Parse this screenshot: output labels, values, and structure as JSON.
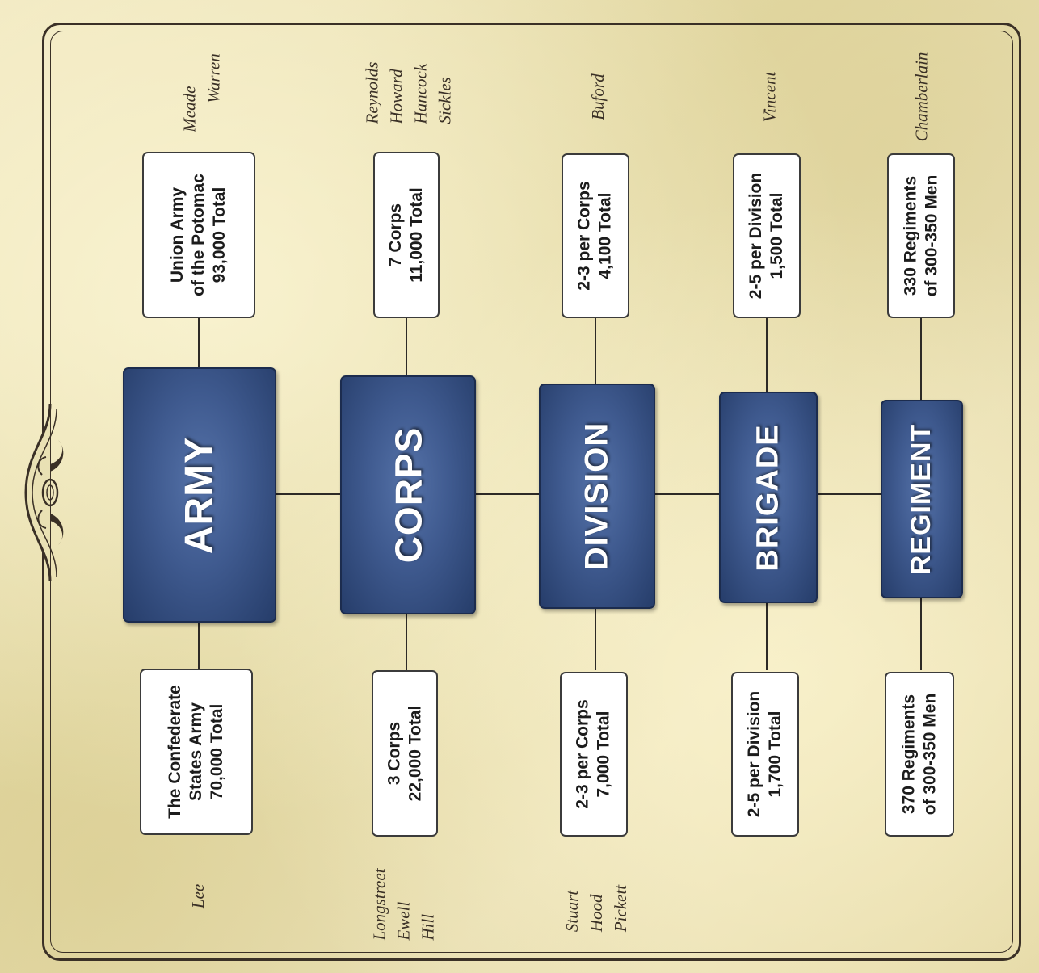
{
  "levels": [
    {
      "label": "ARMY",
      "union": {
        "lines": [
          "Union Army",
          "of the Potomac",
          "93,000 Total"
        ],
        "commanders": [
          "Meade",
          "Warren"
        ]
      },
      "confederate": {
        "lines": [
          "The Confederate",
          "States Army",
          "70,000 Total"
        ],
        "commanders": [
          "Lee"
        ]
      }
    },
    {
      "label": "CORPS",
      "union": {
        "lines": [
          "7 Corps",
          "11,000 Total"
        ],
        "commanders": [
          "Reynolds",
          "Howard",
          "Hancock",
          "Sickles"
        ]
      },
      "confederate": {
        "lines": [
          "3 Corps",
          "22,000 Total"
        ],
        "commanders": [
          "Longstreet",
          "Ewell",
          "Hill"
        ]
      }
    },
    {
      "label": "DIVISION",
      "union": {
        "lines": [
          "2-3 per Corps",
          "4,100 Total"
        ],
        "commanders": [
          "Buford"
        ]
      },
      "confederate": {
        "lines": [
          "2-3 per Corps",
          "7,000 Total"
        ],
        "commanders": [
          "Stuart",
          "Hood",
          "Pickett"
        ]
      }
    },
    {
      "label": "BRIGADE",
      "union": {
        "lines": [
          "2-5 per Division",
          "1,500 Total"
        ],
        "commanders": [
          "Vincent"
        ]
      },
      "confederate": {
        "lines": [
          "2-5 per Division",
          "1,700 Total"
        ],
        "commanders": []
      }
    },
    {
      "label": "REGIMENT",
      "union": {
        "lines": [
          "330 Regiments",
          "of 300-350 Men"
        ],
        "commanders": [
          "Chamberlain"
        ]
      },
      "confederate": {
        "lines": [
          "370 Regiments",
          "of 300-350 Men"
        ],
        "commanders": []
      }
    }
  ],
  "colors": {
    "box_blue": "#3f5a8f",
    "paper": "#e9e1b4",
    "ink": "#2d2a26"
  }
}
